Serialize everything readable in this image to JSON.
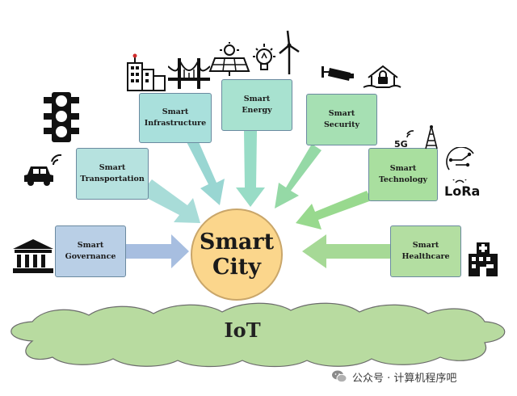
{
  "diagram": {
    "hub": {
      "label": "Smart\nCity",
      "fill": "#fbd68c"
    },
    "base": {
      "label": "IoT",
      "fill": "#b8dba0"
    },
    "nodes": [
      {
        "id": "governance",
        "label": "Smart\nGovernance",
        "fill": "#b9cfe6"
      },
      {
        "id": "transportation",
        "label": "Smart\nTransportation",
        "fill": "#b6e2df"
      },
      {
        "id": "infrastructure",
        "label": "Smart\nInfrastructure",
        "fill": "#a9e0dc"
      },
      {
        "id": "energy",
        "label": "Smart\nEnergy",
        "fill": "#a8e2d0"
      },
      {
        "id": "security",
        "label": "Smart\nSecurity",
        "fill": "#a6e0b3"
      },
      {
        "id": "technology",
        "label": "Smart\nTechnology",
        "fill": "#a9df9f"
      },
      {
        "id": "healthcare",
        "label": "Smart\nHealthcare",
        "fill": "#b3dea1"
      }
    ],
    "arrow_colors": {
      "governance": "#a7bee0",
      "transportation": "#a8dcd8",
      "infrastructure": "#99d6d2",
      "energy": "#98dcc6",
      "security": "#95d9a6",
      "technology": "#98d98e",
      "healthcare": "#a6d996"
    },
    "icons": {
      "lora": "LoRa",
      "fiveg": "5G"
    }
  },
  "watermark": {
    "text": "公众号 · 计算机程序吧",
    "icon": "wechat-icon"
  }
}
